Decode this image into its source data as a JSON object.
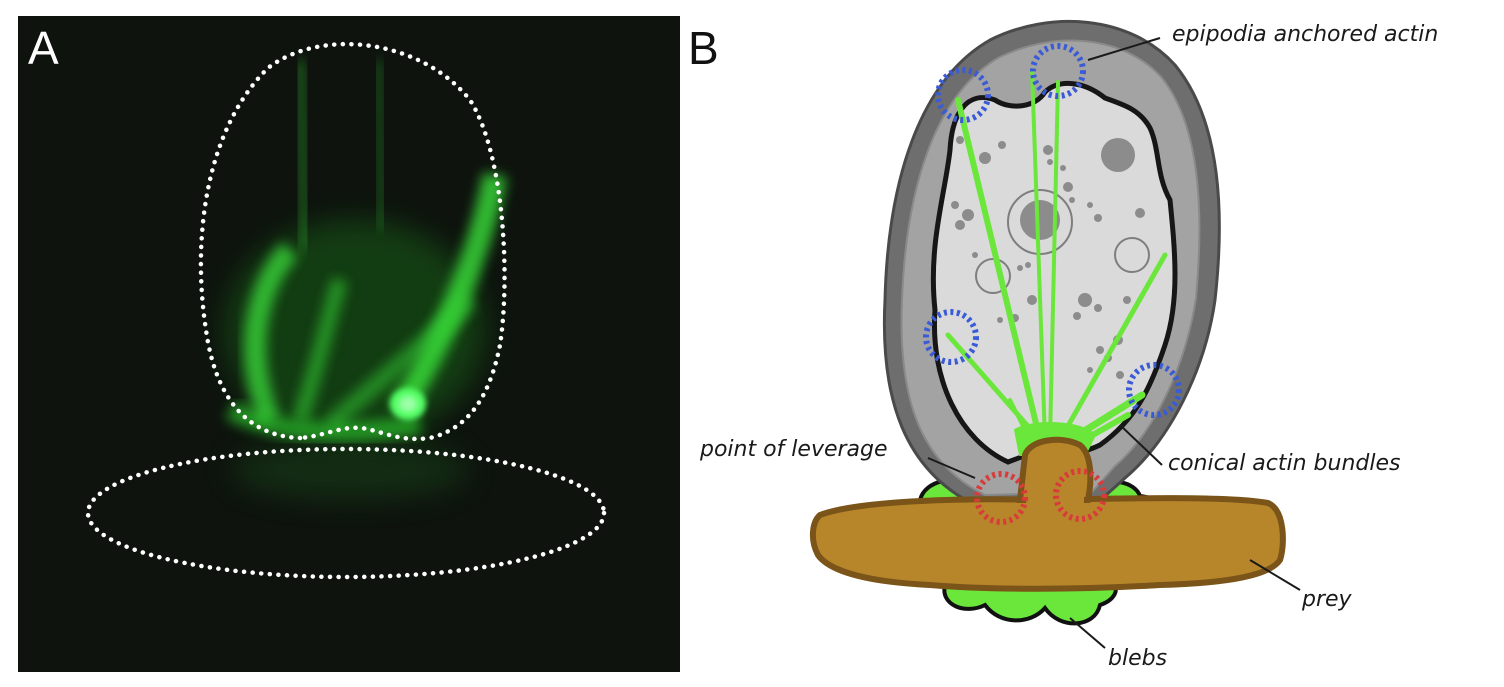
{
  "panel_a": {
    "letter": "A"
  },
  "panel_b": {
    "letter": "B",
    "labels": {
      "epipodia": "epipodia anchored actin",
      "leverage": "point of leverage",
      "conical": "conical actin bundles",
      "prey": "prey",
      "blebs": "blebs"
    }
  },
  "colors": {
    "actin_green": "#6be63a",
    "fluorescence_green": "#33ff33",
    "prey_brown": "#b8862a",
    "prey_outline": "#7a5418",
    "cell_grey": "#8c8c8c",
    "cytoplasm": "#dcdcdc",
    "anchor_blue": "#3a5bd6",
    "leverage_red": "#d93b3b",
    "background_dark": "#0e130e"
  }
}
